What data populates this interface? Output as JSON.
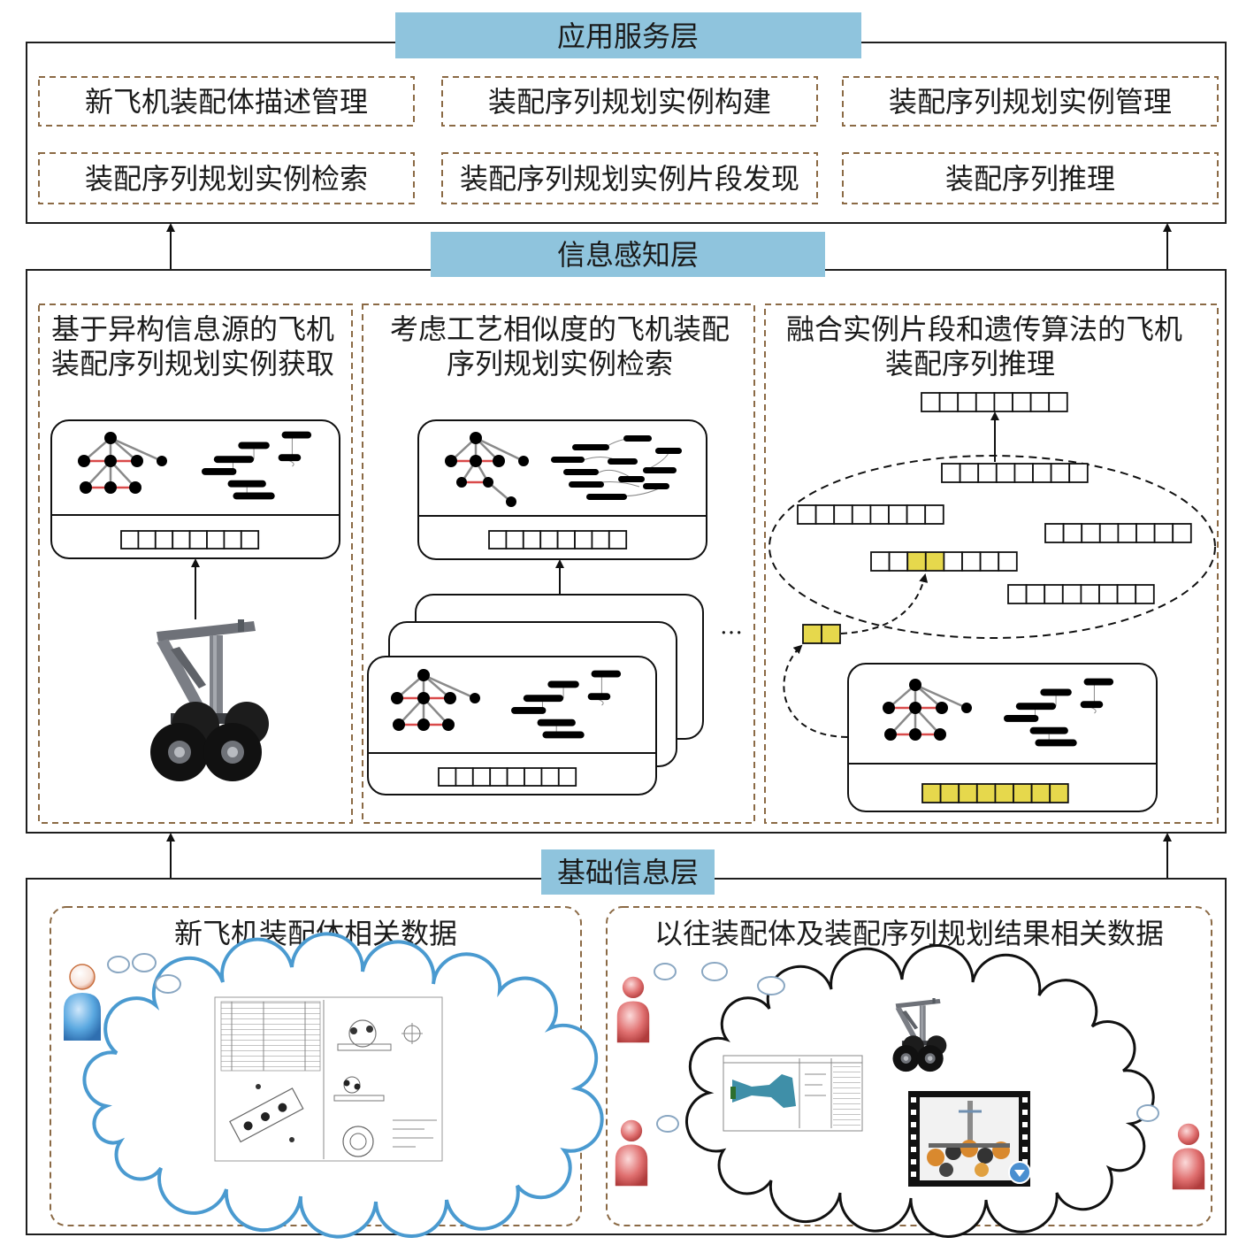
{
  "application_layer": {
    "title": "应用服务层",
    "modules": [
      "新飞机装配体描述管理",
      "装配序列规划实例构建",
      "装配序列规划实例管理",
      "装配序列规划实例检索",
      "装配序列规划实例片段发现",
      "装配序列推理"
    ]
  },
  "perception_layer": {
    "title": "信息感知层",
    "panels": [
      {
        "title_lines": [
          "基于异构信息源的飞机",
          "装配序列规划实例获取"
        ]
      },
      {
        "title_lines": [
          "考虑工艺相似度的飞机装配",
          "序列规划实例检索"
        ]
      },
      {
        "title_lines": [
          "融合实例片段和遗传算法的飞机",
          "装配序列推理"
        ]
      }
    ],
    "more_indicator": "…"
  },
  "foundation_layer": {
    "title": "基础信息层",
    "panels": [
      {
        "title": "新飞机装配体相关数据"
      },
      {
        "title": "以往装配体及装配序列规划结果相关数据"
      }
    ]
  },
  "colors": {
    "layer_label": "#8fc4dd",
    "dashed_border": "#8b6a45",
    "highlight_cell": "#e6d84c",
    "relation_line": "#d94a4a",
    "new_data_cloud": "#4a9ad0",
    "person_new": "#4a9ad0",
    "person_past": "#d96060"
  },
  "icons": {
    "assembly_tree": "tree-graph-icon",
    "assembly_sequence_bars": "gantt-bars-icon",
    "landing_gear": "landing-gear-icon",
    "person": "person-icon",
    "cloud": "cloud-icon"
  }
}
